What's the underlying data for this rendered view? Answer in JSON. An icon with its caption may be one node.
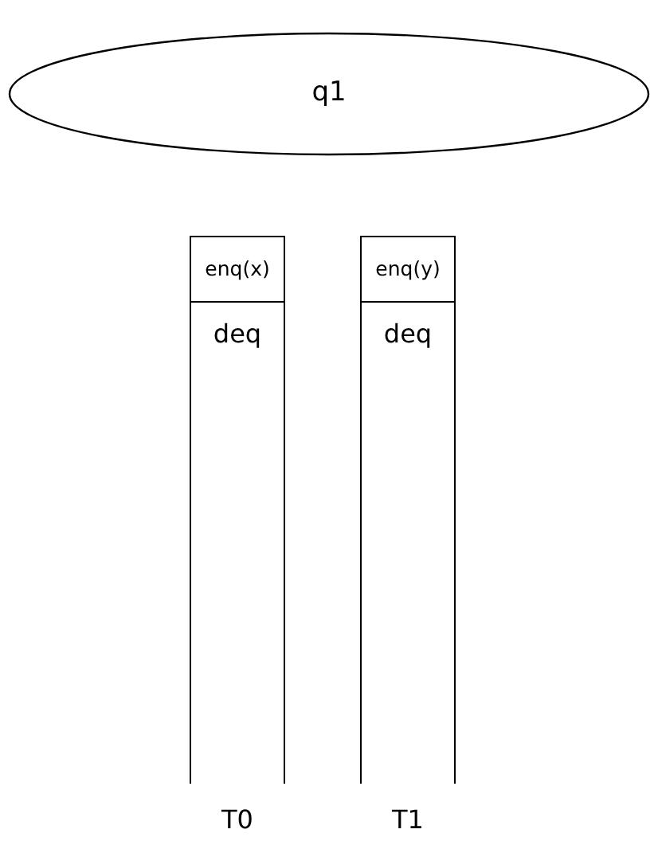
{
  "diagram": {
    "nodes": [
      {
        "text": [
          "q1"
        ]
      },
      {
        "text": [
          "T0"
        ]
      },
      {
        "text": [
          "enq(x)"
        ],
        "in": 1
      },
      {
        "text": [
          "deq"
        ],
        "in": 1
      },
      {
        "text": [
          "T1"
        ]
      },
      {
        "text": [
          "enq(y)"
        ],
        "in": 4
      },
      {
        "text": [
          "deq"
        ],
        "in": 4
      }
    ],
    "edges": []
  }
}
